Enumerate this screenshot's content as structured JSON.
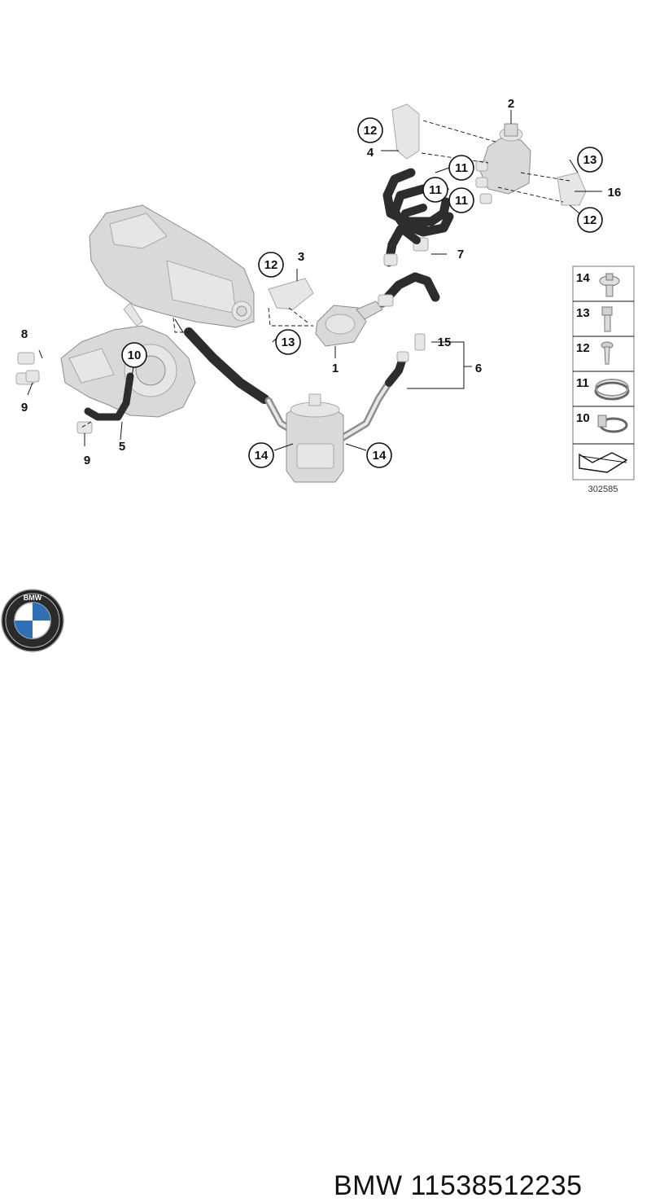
{
  "diagram": {
    "callouts": {
      "c1": "1",
      "c2": "2",
      "c3": "3",
      "c4": "4",
      "c5": "5",
      "c6": "6",
      "c7": "7",
      "c8": "8",
      "c9a": "9",
      "c9b": "9",
      "c10": "10",
      "c11a": "11",
      "c11b": "11",
      "c11c": "11",
      "c12a": "12",
      "c12b": "12",
      "c12c": "12",
      "c13a": "13",
      "c13b": "13",
      "c14a": "14",
      "c14b": "14",
      "c15": "15",
      "c16": "16"
    },
    "legend": {
      "items": [
        "14",
        "13",
        "12",
        "11",
        "10"
      ],
      "ref": "302585"
    }
  },
  "footer": {
    "logo_icon": "bmw-roundel-logo",
    "logo_lettering": "BMW",
    "brand": "BMW",
    "part_number": "11538512235",
    "text": "BMW 11538512235"
  },
  "colors": {
    "hose": "#2d2d2d",
    "part": "#d9d9d9",
    "ink": "#111111"
  }
}
